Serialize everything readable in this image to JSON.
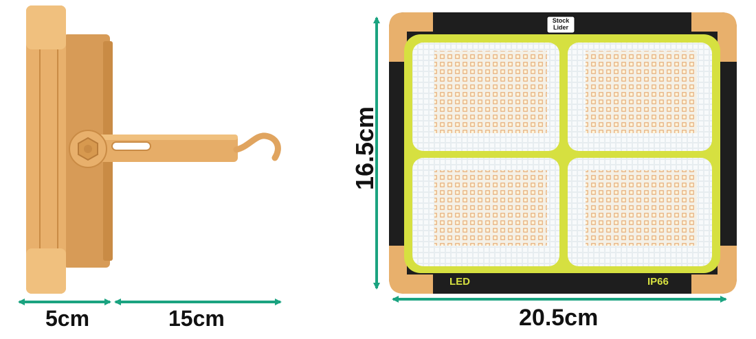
{
  "colors": {
    "housing": "#e8b06c",
    "housing_shade": "#c98b45",
    "frame_dark": "#1e1e1e",
    "led_border": "#d6e040",
    "arrow": "#1aa380"
  },
  "side_view": {
    "depth_label": "5cm",
    "bracket_label": "15cm"
  },
  "front_view": {
    "height_label": "16.5cm",
    "width_label": "20.5cm",
    "left_print": "LED",
    "right_print": "IP66",
    "logo_line1": "Stock",
    "logo_line2": "Lider"
  }
}
